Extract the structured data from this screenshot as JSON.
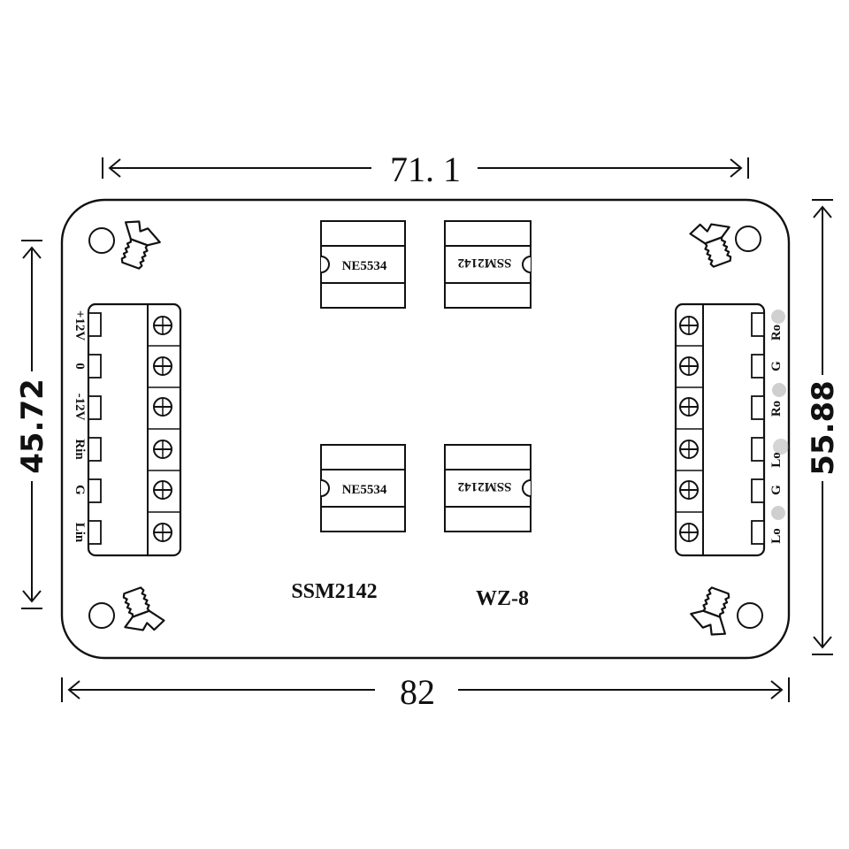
{
  "dimensions": {
    "top_width": "71. 1",
    "bottom_width": "82",
    "left_height": "45.72",
    "right_height": "55.88"
  },
  "chips": [
    {
      "label": "NE5534"
    },
    {
      "label": "SSM2142"
    },
    {
      "label": "NE5534"
    },
    {
      "label": "SSM2142"
    }
  ],
  "left_terminal": {
    "pins": [
      "+12V",
      "0",
      "-12V",
      "Rin",
      "G",
      "Lin"
    ]
  },
  "right_terminal": {
    "pins": [
      "Ro",
      "G",
      "Ro",
      "Lo",
      "G",
      "Lo"
    ]
  },
  "board_labels": {
    "ic_name": "SSM2142",
    "model": "WZ-8"
  },
  "colors": {
    "line": "#111111",
    "background": "#ffffff"
  }
}
